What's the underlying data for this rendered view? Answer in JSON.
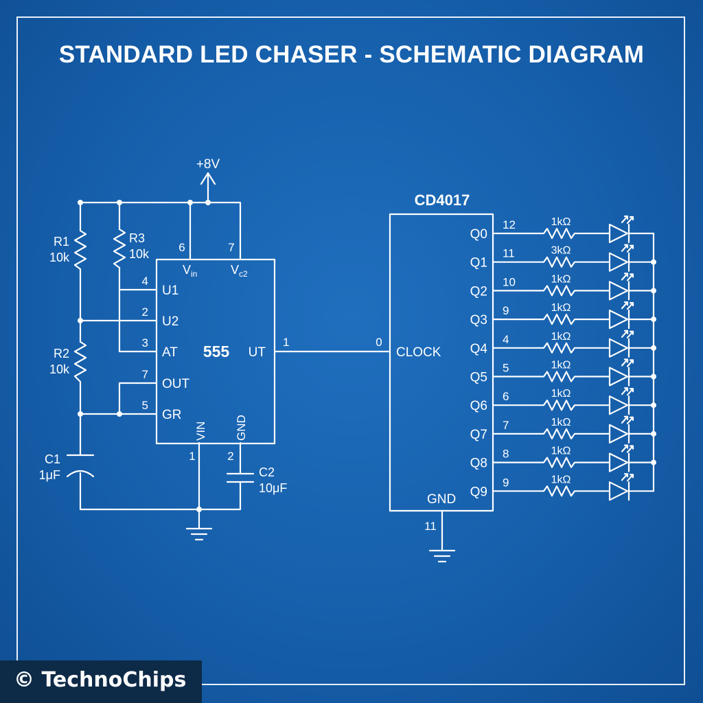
{
  "title": "STANDARD LED CHASER - SCHEMATIC DIAGRAM",
  "supply": {
    "label": "+8V"
  },
  "ic555": {
    "name": "555",
    "left_pins": [
      {
        "number": "4",
        "label": "U1"
      },
      {
        "number": "2",
        "label": "U2"
      },
      {
        "number": "3",
        "label": "AT"
      },
      {
        "number": "7",
        "label": "OUT"
      },
      {
        "number": "5",
        "label": "GR"
      }
    ],
    "top_pins": [
      {
        "number": "6",
        "label": "V",
        "subscript": "in"
      },
      {
        "number": "7",
        "label": "V",
        "subscript": "c2"
      }
    ],
    "bottom_pins": [
      {
        "number": "1",
        "label": "VIN"
      },
      {
        "number": "2",
        "label": "GND"
      }
    ],
    "output_pin": {
      "number": "1",
      "label": "UT"
    }
  },
  "components": {
    "r1": {
      "name": "R1",
      "value": "10k"
    },
    "r2": {
      "name": "R2",
      "value": "10k"
    },
    "r3": {
      "name": "R3",
      "value": "10k"
    },
    "c1": {
      "name": "C1",
      "value": "1μF"
    },
    "c2": {
      "name": "C2",
      "value": "10μF"
    }
  },
  "cd4017": {
    "name": "CD4017",
    "clock": {
      "number": "0",
      "label": "CLOCK"
    },
    "gnd": {
      "number": "11",
      "label": "GND"
    },
    "outputs": [
      {
        "label": "Q0",
        "pin": "12",
        "resistor": "1kΩ"
      },
      {
        "label": "Q1",
        "pin": "11",
        "resistor": "3kΩ"
      },
      {
        "label": "Q2",
        "pin": "10",
        "resistor": "1kΩ"
      },
      {
        "label": "Q3",
        "pin": "9",
        "resistor": "1kΩ"
      },
      {
        "label": "Q4",
        "pin": "4",
        "resistor": "1kΩ"
      },
      {
        "label": "Q5",
        "pin": "5",
        "resistor": "1kΩ"
      },
      {
        "label": "Q6",
        "pin": "6",
        "resistor": "1kΩ"
      },
      {
        "label": "Q7",
        "pin": "7",
        "resistor": "1kΩ"
      },
      {
        "label": "Q8",
        "pin": "8",
        "resistor": "1kΩ"
      },
      {
        "label": "Q9",
        "pin": "9",
        "resistor": "1kΩ"
      }
    ]
  },
  "copyright": "© TechnoChips"
}
